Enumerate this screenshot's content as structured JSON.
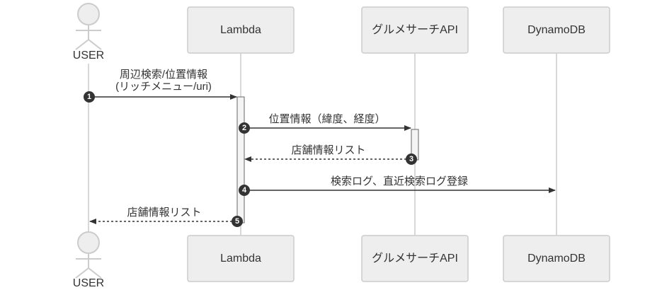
{
  "participants": {
    "user": "USER",
    "lambda": "Lambda",
    "gurunavi": "グルメサーチAPI",
    "dynamo": "DynamoDB"
  },
  "messages": [
    {
      "num": "1",
      "line1": "周辺検索/位置情報",
      "line2": "(リッチメニュー/uri)"
    },
    {
      "num": "2",
      "text": "位置情報（緯度、経度）"
    },
    {
      "num": "3",
      "text": "店舗情報リスト"
    },
    {
      "num": "4",
      "text": "検索ログ、直近検索ログ登録"
    },
    {
      "num": "5",
      "text": "店舗情報リスト"
    }
  ],
  "colors": {
    "participant_fill": "#eeeeee",
    "participant_border": "#cccccc",
    "arrow": "#333333"
  }
}
